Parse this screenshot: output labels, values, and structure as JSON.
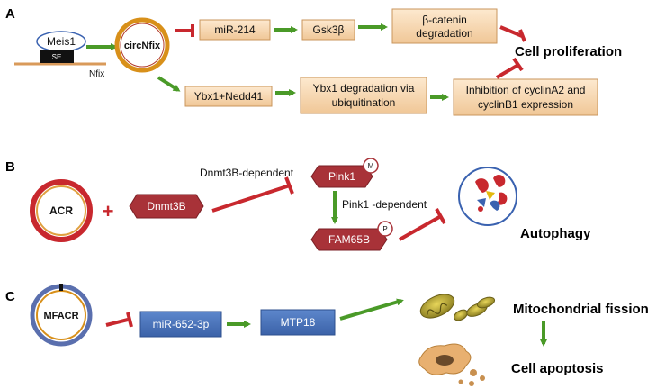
{
  "panels": {
    "a": "A",
    "b": "B",
    "c": "C"
  },
  "panel_a": {
    "meis1": "Meis1",
    "se": "SE",
    "nfix": "Nfix",
    "circ": "circNfix",
    "mir214": "miR-214",
    "gsk3b": "Gsk3β",
    "bcat_line1": "β-catenin",
    "bcat_line2": "degradation",
    "ybx_nedd": "Ybx1+Nedd41",
    "ybx_deg_line1": "Ybx1 degradation via",
    "ybx_deg_line2": "ubiquitination",
    "inhib_line1": "Inhibition of cyclinA2 and",
    "inhib_line2": "cyclinB1 expression",
    "cell_prolif": "Cell proliferation"
  },
  "panel_b": {
    "acr": "ACR",
    "plus": "+",
    "dnmt3b": "Dnmt3B",
    "dnmt_dep": "Dnmt3B-dependent",
    "pink1": "Pink1",
    "m_badge": "M",
    "pink_dep": "Pink1 -dependent",
    "fam65b": "FAM65B",
    "p_badge": "P",
    "autophagy": "Autophagy"
  },
  "panel_c": {
    "mfacr": "MFACR",
    "mir652": "miR-652-3p",
    "mtp18": "MTP18",
    "mito_fission": "Mitochondrial fission",
    "apoptosis": "Cell apoptosis"
  },
  "colors": {
    "green_arrow": "#4a9a28",
    "red_inhib": "#c8282e",
    "tan_box": "#f6d7b2",
    "tan_border": "#c9965c",
    "blue_box": "#4670b8",
    "hex_red": "#a83238",
    "ring_gold": "#d8901a"
  }
}
